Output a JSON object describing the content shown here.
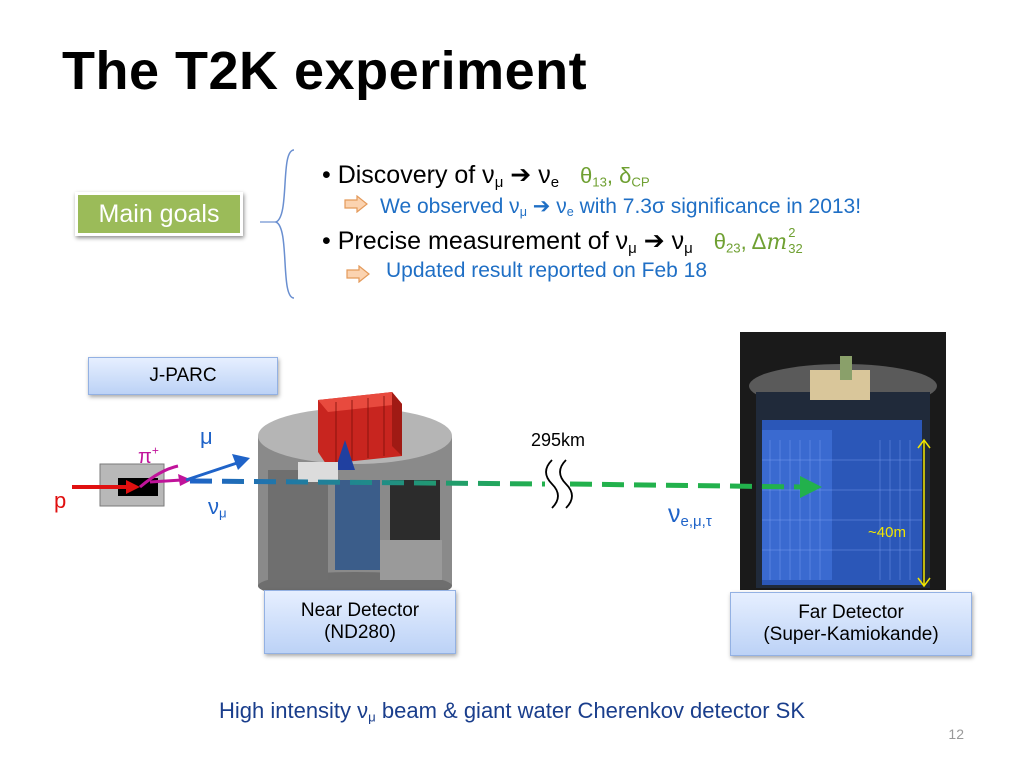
{
  "slide": {
    "title": "The T2K experiment",
    "page_number": "12"
  },
  "goals": {
    "label": "Main goals",
    "bullet1": {
      "prefix": "• Discovery of ν",
      "sub_mu": "μ",
      "arrow": "➔",
      "nu": "ν",
      "sub_e": "e",
      "params_theta": "θ",
      "params_theta_sub": "13",
      "params_sep": ", δ",
      "params_delta_sub": "CP"
    },
    "note1": {
      "prefix": "We observed ν",
      "sub_mu": "μ",
      "arrow": "➔",
      "nu": "ν",
      "sub_e": "e",
      "suffix": " with 7.3σ significance in 2013!"
    },
    "bullet2": {
      "prefix": "• Precise measurement of ν",
      "sub_mu": "μ",
      "arrow": "➔",
      "nu": "ν",
      "sub_mu2": "μ",
      "params_theta": "θ",
      "params_theta_sub": "23",
      "params_sep": ", Δ",
      "params_m": "m",
      "params_m_sup": "2",
      "params_m_sub": "32"
    },
    "note2": "Updated result reported on Feb 18"
  },
  "diagram": {
    "jparc_label": "J-PARC",
    "proton_label": "p",
    "pion_label": "π",
    "pion_sup": "+",
    "muon_label": "μ",
    "numu_label": "ν",
    "numu_sub": "μ",
    "distance_label": "295km",
    "nu_all_label": "ν",
    "nu_all_sub": "e,μ,τ",
    "height_label": "~40m",
    "near_detector": {
      "line1": "Near Detector",
      "line2": "(ND280)"
    },
    "far_detector": {
      "line1": "Far Detector",
      "line2": "(Super-Kamiokande)"
    }
  },
  "footer": {
    "prefix": "High intensity ν",
    "sub_mu": "μ",
    "suffix": " beam & giant water Cherenkov detector SK"
  },
  "colors": {
    "goals_green": "#9bbb59",
    "note_blue": "#1f6fc5",
    "param_green": "#6fa032",
    "proton_red": "#e01010",
    "pion_magenta": "#c0139a",
    "beam_blue": "#1f63c8",
    "beam_green": "#22b14c"
  }
}
